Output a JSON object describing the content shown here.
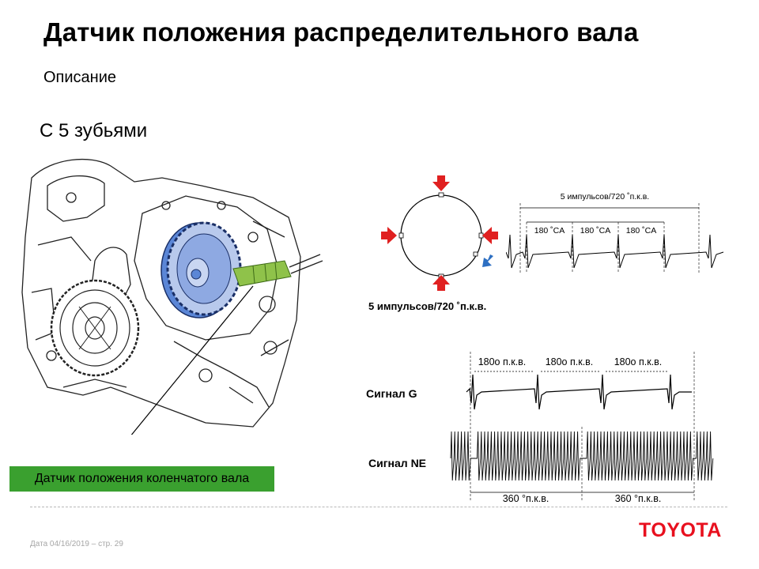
{
  "slide": {
    "title": "Датчик положения распределительного вала",
    "subtitle": "Описание",
    "teeth_heading": "С 5 зубьями",
    "crank_sensor_label": "Датчик положения коленчатого вала",
    "footer": "Дата 04/16/2019 – стр.  29",
    "logo": "TOYOTA"
  },
  "rotor": {
    "caption": "5 импульсов/720 ˚п.к.в.",
    "colors": {
      "arrow_red": "#e02020",
      "arrow_blue": "#2d6fc2"
    }
  },
  "pulse_graph": {
    "top_label": "5 импульсов/720 ˚п.к.в.",
    "intervals": [
      "180 ˚CA",
      "180 ˚CA",
      "180 ˚CA"
    ]
  },
  "signal_graph": {
    "g_intervals": [
      "180о п.к.в.",
      "180о п.к.в.",
      "180о п.к.в."
    ],
    "signal_g_label": "Сигнал G",
    "signal_ne_label": "Сигнал NE",
    "ne_intervals": [
      "360 °п.к.в.",
      "360 °п.к.в."
    ]
  },
  "colors": {
    "crank_label_bg": "#3aa02f",
    "gear_blue": "#5b86d6",
    "sensor_green": "#8fc24a",
    "logo_red": "#e8101e"
  }
}
